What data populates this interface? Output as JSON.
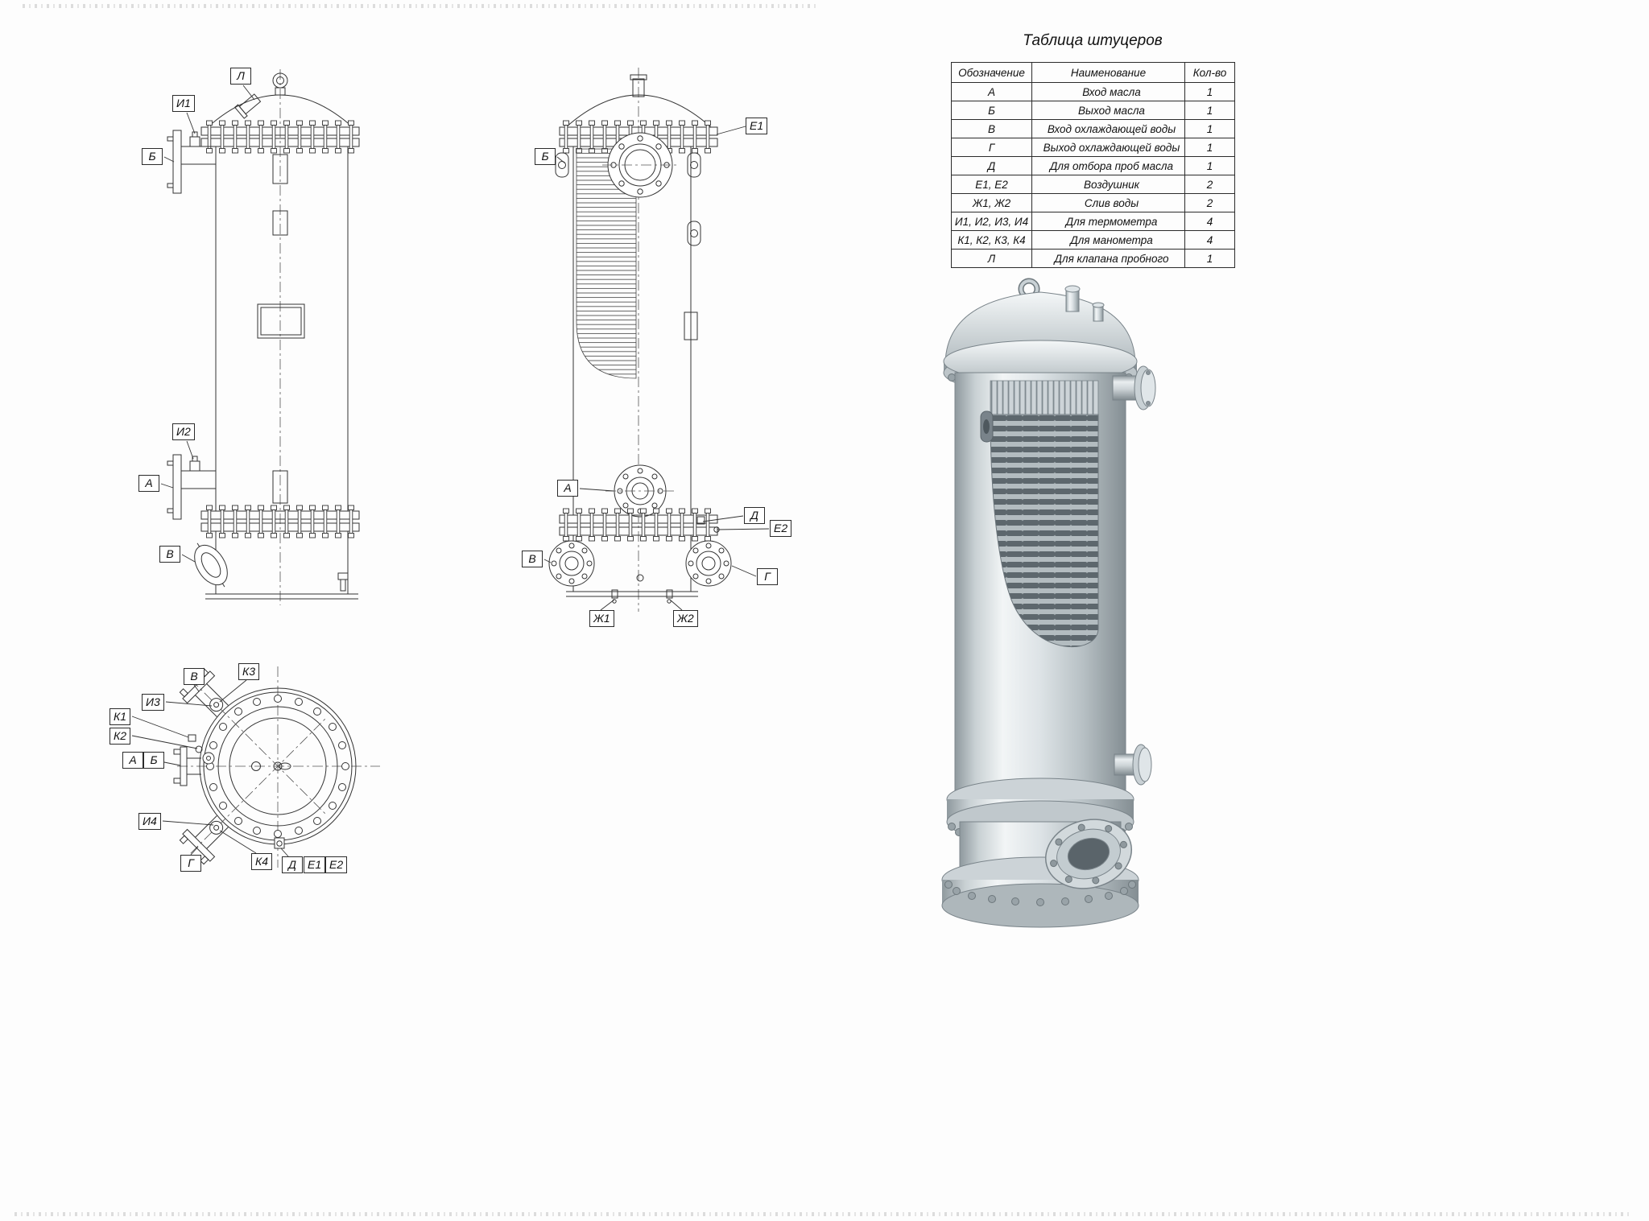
{
  "table": {
    "title": "Таблица штуцеров",
    "headers": {
      "designation": "Обозначение",
      "name": "Наименование",
      "qty": "Кол-во"
    },
    "rows": [
      {
        "designation": "А",
        "name": "Вход масла",
        "qty": "1"
      },
      {
        "designation": "Б",
        "name": "Выход масла",
        "qty": "1"
      },
      {
        "designation": "В",
        "name": "Вход охлаждающей воды",
        "qty": "1"
      },
      {
        "designation": "Г",
        "name": "Выход охлаждающей воды",
        "qty": "1"
      },
      {
        "designation": "Д",
        "name": "Для отбора проб масла",
        "qty": "1"
      },
      {
        "designation": "Е1, Е2",
        "name": "Воздушник",
        "qty": "2"
      },
      {
        "designation": "Ж1, Ж2",
        "name": "Слив воды",
        "qty": "2"
      },
      {
        "designation": "И1, И2, И3, И4",
        "name": "Для термометра",
        "qty": "4"
      },
      {
        "designation": "К1, К2, К3, К4",
        "name": "Для манометра",
        "qty": "4"
      },
      {
        "designation": "Л",
        "name": "Для клапана пробного",
        "qty": "1"
      }
    ]
  },
  "callouts": {
    "side": {
      "L": "Л",
      "I1": "И1",
      "B": "Б",
      "I2": "И2",
      "A": "А",
      "V": "В"
    },
    "front": {
      "E1": "Е1",
      "B": "Б",
      "A": "А",
      "D": "Д",
      "E2": "Е2",
      "V": "В",
      "G": "Г",
      "ZH1": "Ж1",
      "ZH2": "Ж2"
    },
    "top": {
      "V": "В",
      "K3": "К3",
      "I3": "И3",
      "K1": "К1",
      "K2": "К2",
      "A": "А",
      "B": "Б",
      "I4": "И4",
      "G": "Г",
      "K4": "К4",
      "D": "Д",
      "E1": "Е1",
      "E2": "Е2"
    }
  },
  "colors": {
    "line": "#2b2b2b",
    "background": "#fdfdfd",
    "metal_light": "#eef1f3",
    "metal_dark": "#8a9499"
  }
}
